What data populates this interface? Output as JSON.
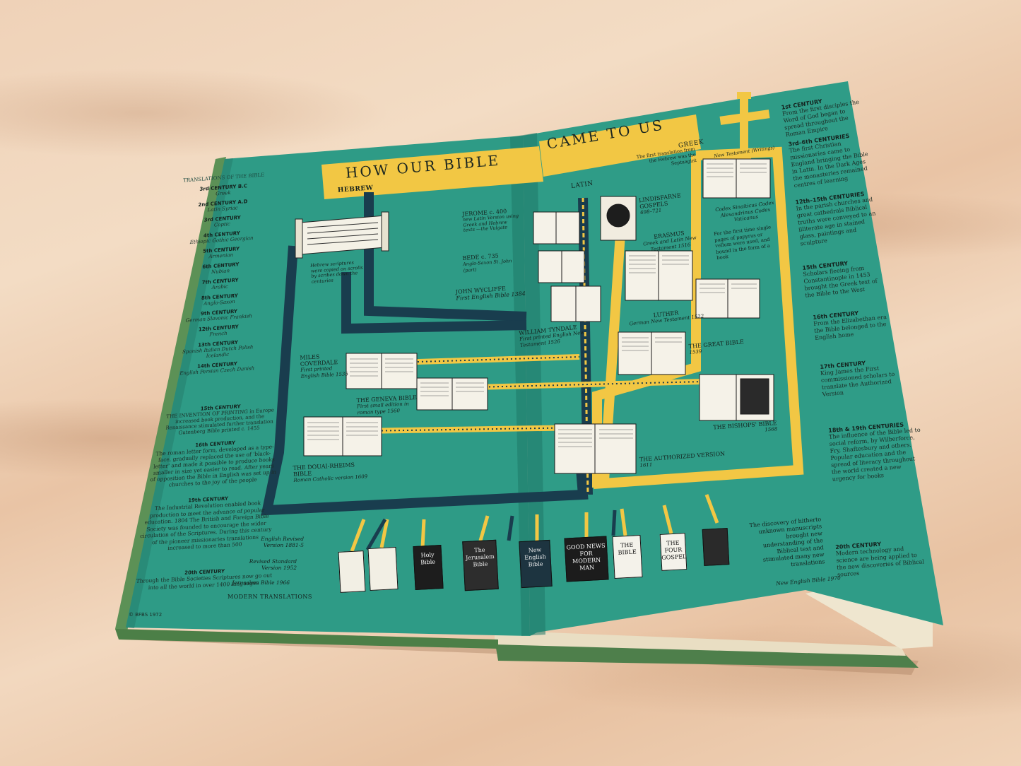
{
  "banner": {
    "left": "HOW OUR BIBLE",
    "right": "CAME TO US"
  },
  "languages": {
    "hebrew": "HEBREW",
    "latin": "LATIN",
    "greek": "GREEK"
  },
  "left_margin": {
    "heading": "TRANSLATIONS OF THE BIBLE",
    "entries": [
      {
        "century": "3rd CENTURY B.C",
        "langs": "Greek"
      },
      {
        "century": "2nd CENTURY A.D",
        "langs": "Latin Syriac"
      },
      {
        "century": "3rd CENTURY",
        "langs": "Coptic"
      },
      {
        "century": "4th CENTURY",
        "langs": "Ethiopic Gothic Georgian"
      },
      {
        "century": "5th CENTURY",
        "langs": "Armenian"
      },
      {
        "century": "6th CENTURY",
        "langs": "Nubian"
      },
      {
        "century": "7th CENTURY",
        "langs": "Arabic"
      },
      {
        "century": "8th CENTURY",
        "langs": "Anglo-Saxon"
      },
      {
        "century": "9th CENTURY",
        "langs": "German Slavonic Frankish"
      },
      {
        "century": "12th CENTURY",
        "langs": "French"
      },
      {
        "century": "13th CENTURY",
        "langs": "Spanish Italian Dutch Polish Icelandic"
      },
      {
        "century": "14th CENTURY",
        "langs": "English Persian Czech Danish"
      }
    ],
    "c15_title": "15th CENTURY",
    "c15_text": "THE INVENTION OF PRINTING in Europe increased book production, and the Renaissance stimulated further translation Gutenberg Bible printed c. 1455",
    "c16_title": "16th CENTURY",
    "c16_text": "The roman letter form, developed as a type-face, gradually replaced the use of 'black-letter' and made it possible to produce books smaller in size yet easier to read. After years of opposition the Bible in English was set up in churches to the joy of the people",
    "c19_title": "19th CENTURY",
    "c19_text": "The Industrial Revolution enabled book production to meet the advance of popular education. 1804 The British and Foreign Bible Society was founded to encourage the wider circulation of the Scriptures. During this century of the pioneer missionaries translations increased to more than 500",
    "c20_title": "20th CENTURY",
    "c20_text": "Through the Bible Societies Scriptures now go out into all the world in over 1400 languages",
    "copyright": "© BFBS 1972"
  },
  "labels": {
    "scroll_note": "Hebrew scriptures were copied on scrolls by scribes down the centuries",
    "jerome": "JEROME c. 400",
    "jerome_note": "new Latin Version using Greek and Hebrew texts —the Vulgate",
    "bede": "BEDE c. 735",
    "bede_note": "Anglo-Saxon St. John (part)",
    "wycliffe": "JOHN WYCLIFFE",
    "wycliffe_note": "First English Bible 1384",
    "tyndale": "WILLIAM TYNDALE",
    "tyndale_note": "First printed English New Testament 1526",
    "coverdale": "MILES COVERDALE",
    "coverdale_note": "First printed English Bible 1535",
    "geneva": "THE GENEVA BIBLE",
    "geneva_note": "First small edition in roman type 1560",
    "douai": "THE DOUAI-RHEIMS BIBLE",
    "douai_note": "Roman Catholic version 1609",
    "lindisfarne": "LINDISFARNE GOSPELS",
    "lindisfarne_date": "698–721",
    "erasmus": "ERASMUS",
    "erasmus_note": "Greek and Latin New Testament 1516",
    "luther": "LUTHER",
    "luther_note": "German New Testament 1522",
    "great": "THE GREAT BIBLE",
    "great_date": "1539",
    "bishops": "THE BISHOPS' BIBLE",
    "bishops_date": "1568",
    "authorized": "THE AUTHORIZED VERSION",
    "authorized_date": "1611",
    "septuagint": "The first translation from the Hebrew was the Septuagint",
    "greek_nt": "New Testament (Writings)",
    "codices": "Codex Sinaiticus Codex Alexandrinus Codex Vaticanus",
    "codices_note": "For the first time single pages of papyrus or vellum were used, and bound in the form of a book",
    "erv": "English Revised Version 1881-5",
    "rsv": "Revised Standard Version 1952",
    "jb": "Jerusalem Bible 1966",
    "modern": "MODERN TRANSLATIONS",
    "discovery": "The discovery of hitherto unknown manuscripts brought new understanding of the Biblical text and stimulated many new translations",
    "neb": "New English Bible 1970"
  },
  "covers": [
    "",
    "",
    "Holy Bible",
    "The Jerusalem Bible",
    "New English Bible",
    "GOOD NEWS FOR MODERN MAN",
    "THE BIBLE",
    "THE FOUR GOSPELS",
    ""
  ],
  "right_margin": [
    {
      "title": "1st CENTURY",
      "text": "From the first disciples the Word of God began to spread throughout the Roman Empire"
    },
    {
      "title": "3rd–6th CENTURIES",
      "text": "The first Christian missionaries came to England bringing the Bible in Latin. In the Dark Ages the monasteries remained centres of learning"
    },
    {
      "title": "12th–15th CENTURIES",
      "text": "In the parish churches and great cathedrals Biblical truths were conveyed to an illiterate age in stained glass, paintings and sculpture"
    },
    {
      "title": "15th CENTURY",
      "text": "Scholars fleeing from Constantinople in 1453 brought the Greek text of the Bible to the West"
    },
    {
      "title": "16th CENTURY",
      "text": "From the Elizabethan era the Bible belonged to the English home"
    },
    {
      "title": "17th CENTURY",
      "text": "King James the First commissioned scholars to translate the Authorized Version"
    },
    {
      "title": "18th & 19th CENTURIES",
      "text": "The influence of the Bible led to social reform, by Wilberforce, Fry, Shaftesbury and others. Popular education and the spread of literacy throughout the world created a new urgency for books"
    },
    {
      "title": "20th CENTURY",
      "text": "Modern technology and science are being applied to the new discoveries of Biblical sources"
    }
  ]
}
